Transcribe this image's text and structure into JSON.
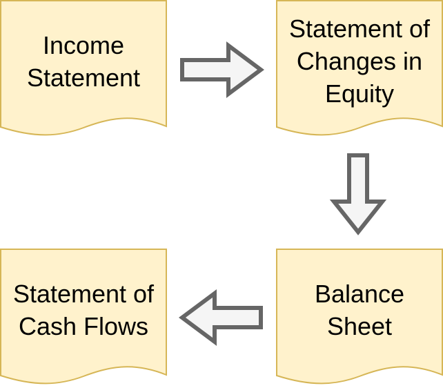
{
  "diagram": {
    "colors": {
      "document_fill": "#fff2cc",
      "document_stroke": "#d6b656",
      "arrow_fill": "#f5f5f5",
      "arrow_stroke": "#666666",
      "text": "#000000"
    },
    "nodes": {
      "income_statement": {
        "lines": [
          "Income",
          "Statement"
        ]
      },
      "changes_in_equity": {
        "lines": [
          "Statement of",
          "Changes in",
          "Equity"
        ]
      },
      "balance_sheet": {
        "lines": [
          "Balance",
          "Sheet"
        ]
      },
      "cash_flows": {
        "lines": [
          "Statement of",
          "Cash Flows"
        ]
      }
    },
    "edges": [
      {
        "from": "Income Statement",
        "to": "Statement of Changes in Equity",
        "direction": "right"
      },
      {
        "from": "Statement of Changes in Equity",
        "to": "Balance Sheet",
        "direction": "down"
      },
      {
        "from": "Balance Sheet",
        "to": "Statement of Cash Flows",
        "direction": "left"
      }
    ]
  }
}
